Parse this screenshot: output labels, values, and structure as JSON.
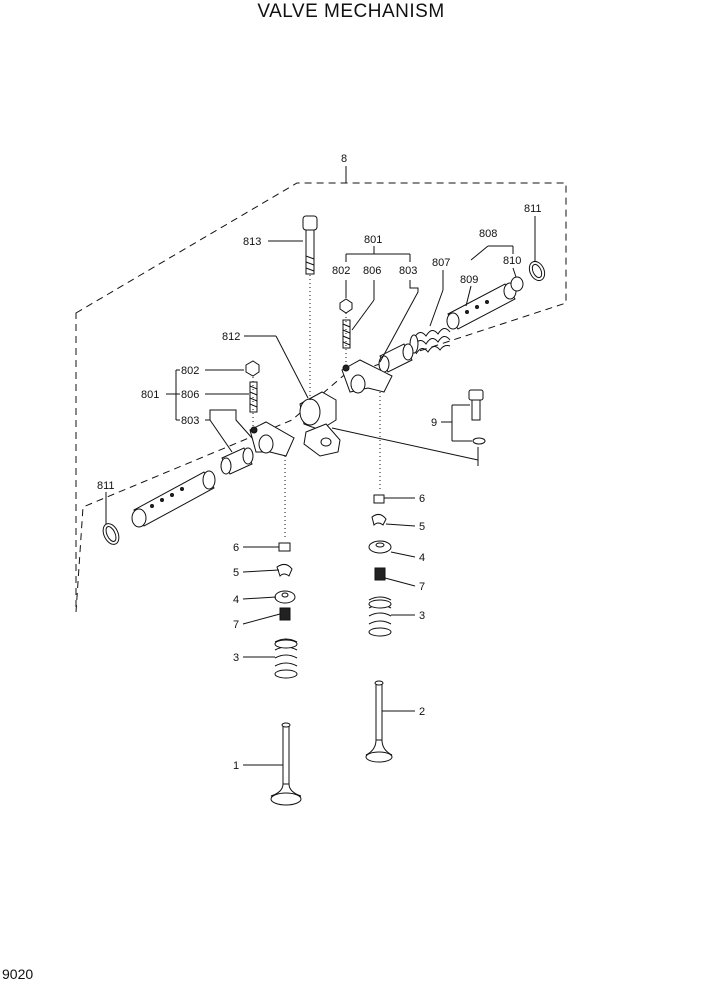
{
  "title": "VALVE MECHANISM",
  "page_code": "9020",
  "callouts": {
    "c8": "8",
    "c811_right": "811",
    "c808": "808",
    "c801_top": "801",
    "c813": "813",
    "c802_top": "802",
    "c806_top": "806",
    "c803_top": "803",
    "c807": "807",
    "c810": "810",
    "c809": "809",
    "c812": "812",
    "c802_left": "802",
    "c801_left": "801",
    "c806_left": "806",
    "c803_left": "803",
    "c9": "9",
    "c811_left": "811",
    "c6_right": "6",
    "c5_right": "5",
    "c4_right": "4",
    "c7_right": "7",
    "c3_right": "3",
    "c6_left": "6",
    "c5_left": "5",
    "c4_left": "4",
    "c7_left": "7",
    "c3_left": "3",
    "c2": "2",
    "c1": "1"
  }
}
